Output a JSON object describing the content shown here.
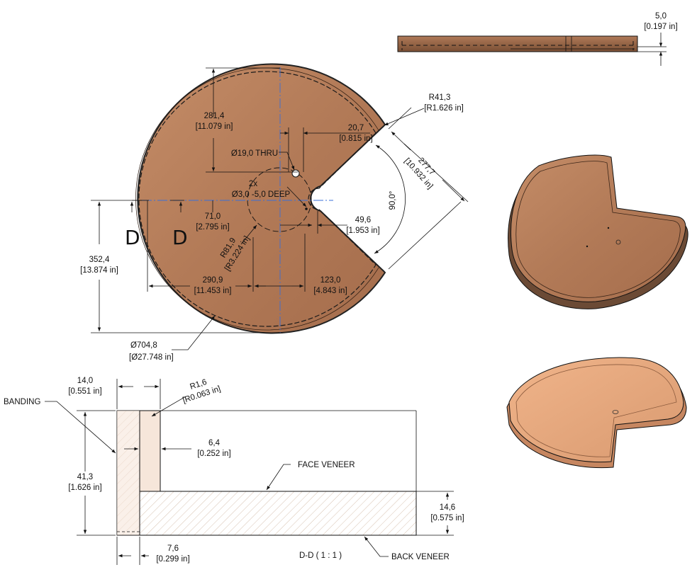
{
  "title": "",
  "labels": {
    "thickness_top": "5,0",
    "thickness_top_in": "[0.197 in]",
    "r41": "R41,3",
    "r41_in": "[R1.626 in]",
    "d281": "281,4",
    "d281_in": "[11.079 in]",
    "d20": "20,7",
    "d20_in": "[0.815 in]",
    "thru": "Ø19,0 THRU",
    "d277": "277,7",
    "d277_in": "[10.932 in]",
    "deep_2x": "2x",
    "deep": "Ø3,0 -5,0 DEEP",
    "ang": "90,0°",
    "d71": "71,0",
    "d71_in": "[2.795 in]",
    "d49": "49,6",
    "d49_in": "[1.953 in]",
    "section_left": "D",
    "section_right": "D",
    "d352": "352,4",
    "d352_in": "[13.874 in]",
    "r81": "R81,9",
    "r81_in": "[R3.224 in]",
    "d290": "290,9",
    "d290_in": "[11.453 in]",
    "d123": "123,0",
    "d123_in": "[4.843 in]",
    "dia704": "Ø704,8",
    "dia704_in": "[Ø27.748 in]",
    "d14": "14,0",
    "d14_in": "[0.551 in]",
    "r1_6": "R1,6",
    "r1_6_in": "[R0.063 in]",
    "banding": "BANDING",
    "d6_4": "6,4",
    "d6_4_in": "[0.252 in]",
    "face": "FACE VENEER",
    "d41": "41,3",
    "d41_in": "[1.626 in]",
    "d14_6": "14,6",
    "d14_6_in": "[0.575 in]",
    "d7_6": "7,6",
    "d7_6_in": "[0.299 in]",
    "section_title": "D-D ( 1 : 1 )",
    "back": "BACK VENEER"
  },
  "colors": {
    "wood": "#b98360",
    "wood_light": "#e2a57c",
    "banding_fill": "#f6e6da",
    "centerline": "#3a6fd8"
  }
}
